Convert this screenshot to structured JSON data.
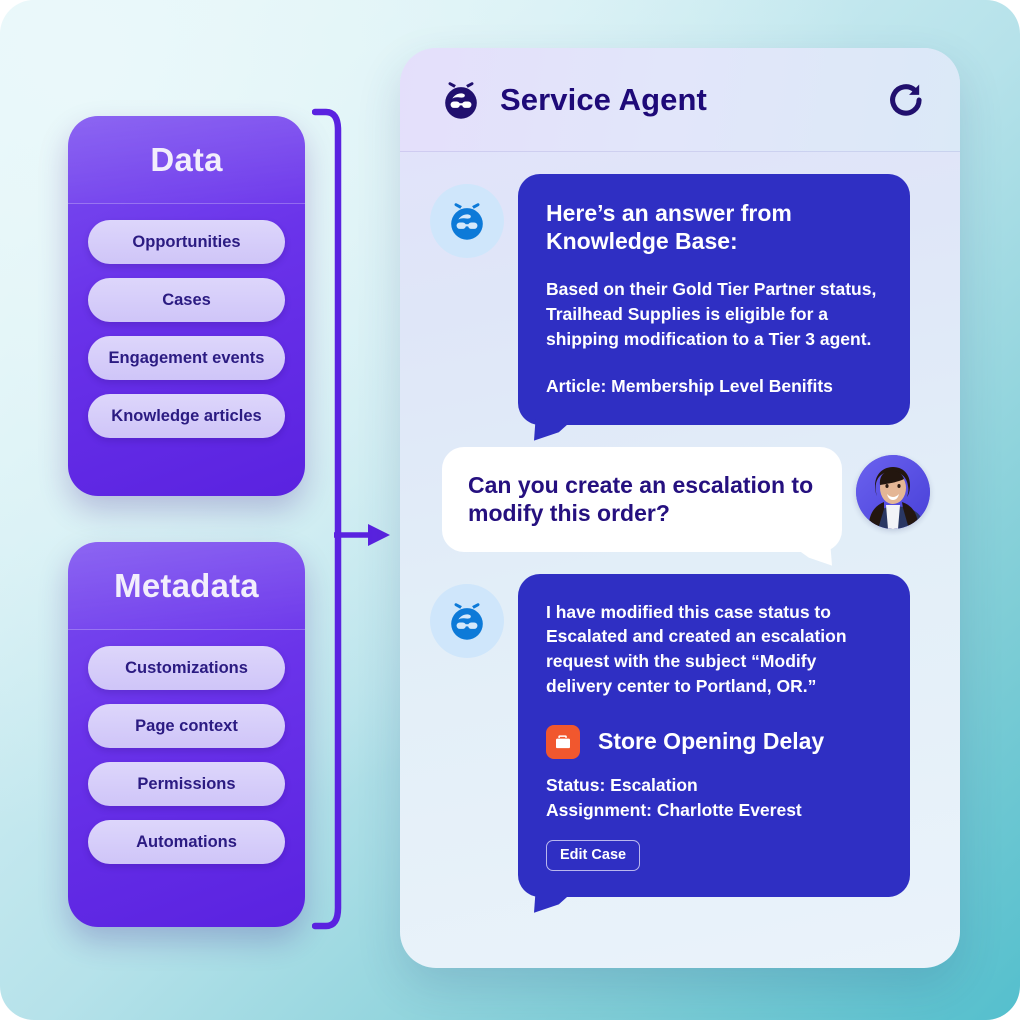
{
  "theme": {
    "accent_purple": "#5a22e0",
    "bubble_blue": "#2f2fc3",
    "title_navy": "#1e0a78",
    "record_icon_orange": "#f1572e",
    "background_teal": "#54bfcd",
    "pill_lavender": "#cfc5f8"
  },
  "sources": [
    {
      "title": "Data",
      "items": [
        "Opportunities",
        "Cases",
        "Engagement events",
        "Knowledge articles"
      ]
    },
    {
      "title": "Metadata",
      "items": [
        "Customizations",
        "Page context",
        "Permissions",
        "Automations"
      ]
    }
  ],
  "chat": {
    "header": {
      "title": "Service Agent",
      "logo_icon": "agent-bot-icon",
      "refresh_icon": "refresh-icon"
    },
    "messages": [
      {
        "sender": "bot",
        "avatar_icon": "agent-bot-icon",
        "heading": "Here’s an answer from Knowledge Base:",
        "paragraphs": [
          "Based on their Gold Tier Partner status, Trailhead Supplies is eligible for a shipping modification to a Tier 3 agent.",
          "Article: Membership Level Benifits"
        ]
      },
      {
        "sender": "user",
        "avatar_icon": "user-photo-avatar",
        "text": "Can you create an escalation to modify this order?"
      },
      {
        "sender": "bot",
        "avatar_icon": "agent-bot-icon",
        "paragraphs": [
          "I have modified this case status to Escalated and created an escalation request with the subject “Modify delivery center to Portland, OR.”"
        ],
        "record": {
          "icon": "briefcase-icon",
          "title": "Store Opening Delay",
          "fields": [
            "Status: Escalation",
            "Assignment: Charlotte Everest"
          ],
          "button_label": "Edit Case"
        }
      }
    ]
  },
  "connector": {
    "bracket_icon": "bracket-right-icon",
    "arrow_icon": "arrow-right-icon"
  }
}
